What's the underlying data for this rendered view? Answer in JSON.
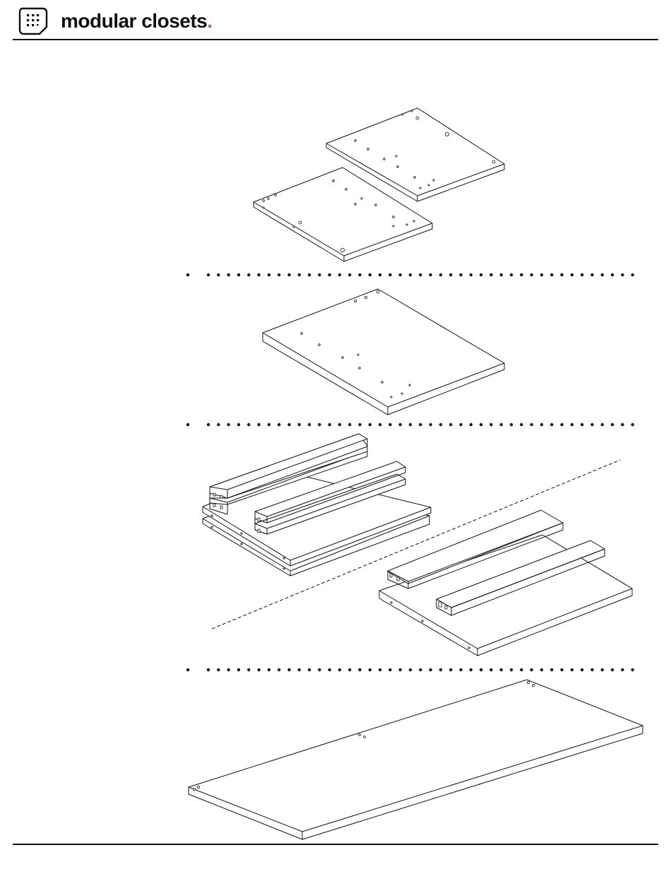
{
  "brand": {
    "name": "modular closets",
    "accent": ".",
    "accent_color": "#e8553a",
    "logo_icon": "keypad-grid-icon"
  },
  "sections": [
    {
      "name": "two-side-panels",
      "part_count": 2
    },
    {
      "name": "single-large-panel",
      "part_count": 1
    },
    {
      "name": "boards-and-shelves",
      "part_count": 10
    },
    {
      "name": "long-top-panel",
      "part_count": 1
    }
  ],
  "colors": {
    "line": "#111111",
    "background": "#ffffff"
  }
}
